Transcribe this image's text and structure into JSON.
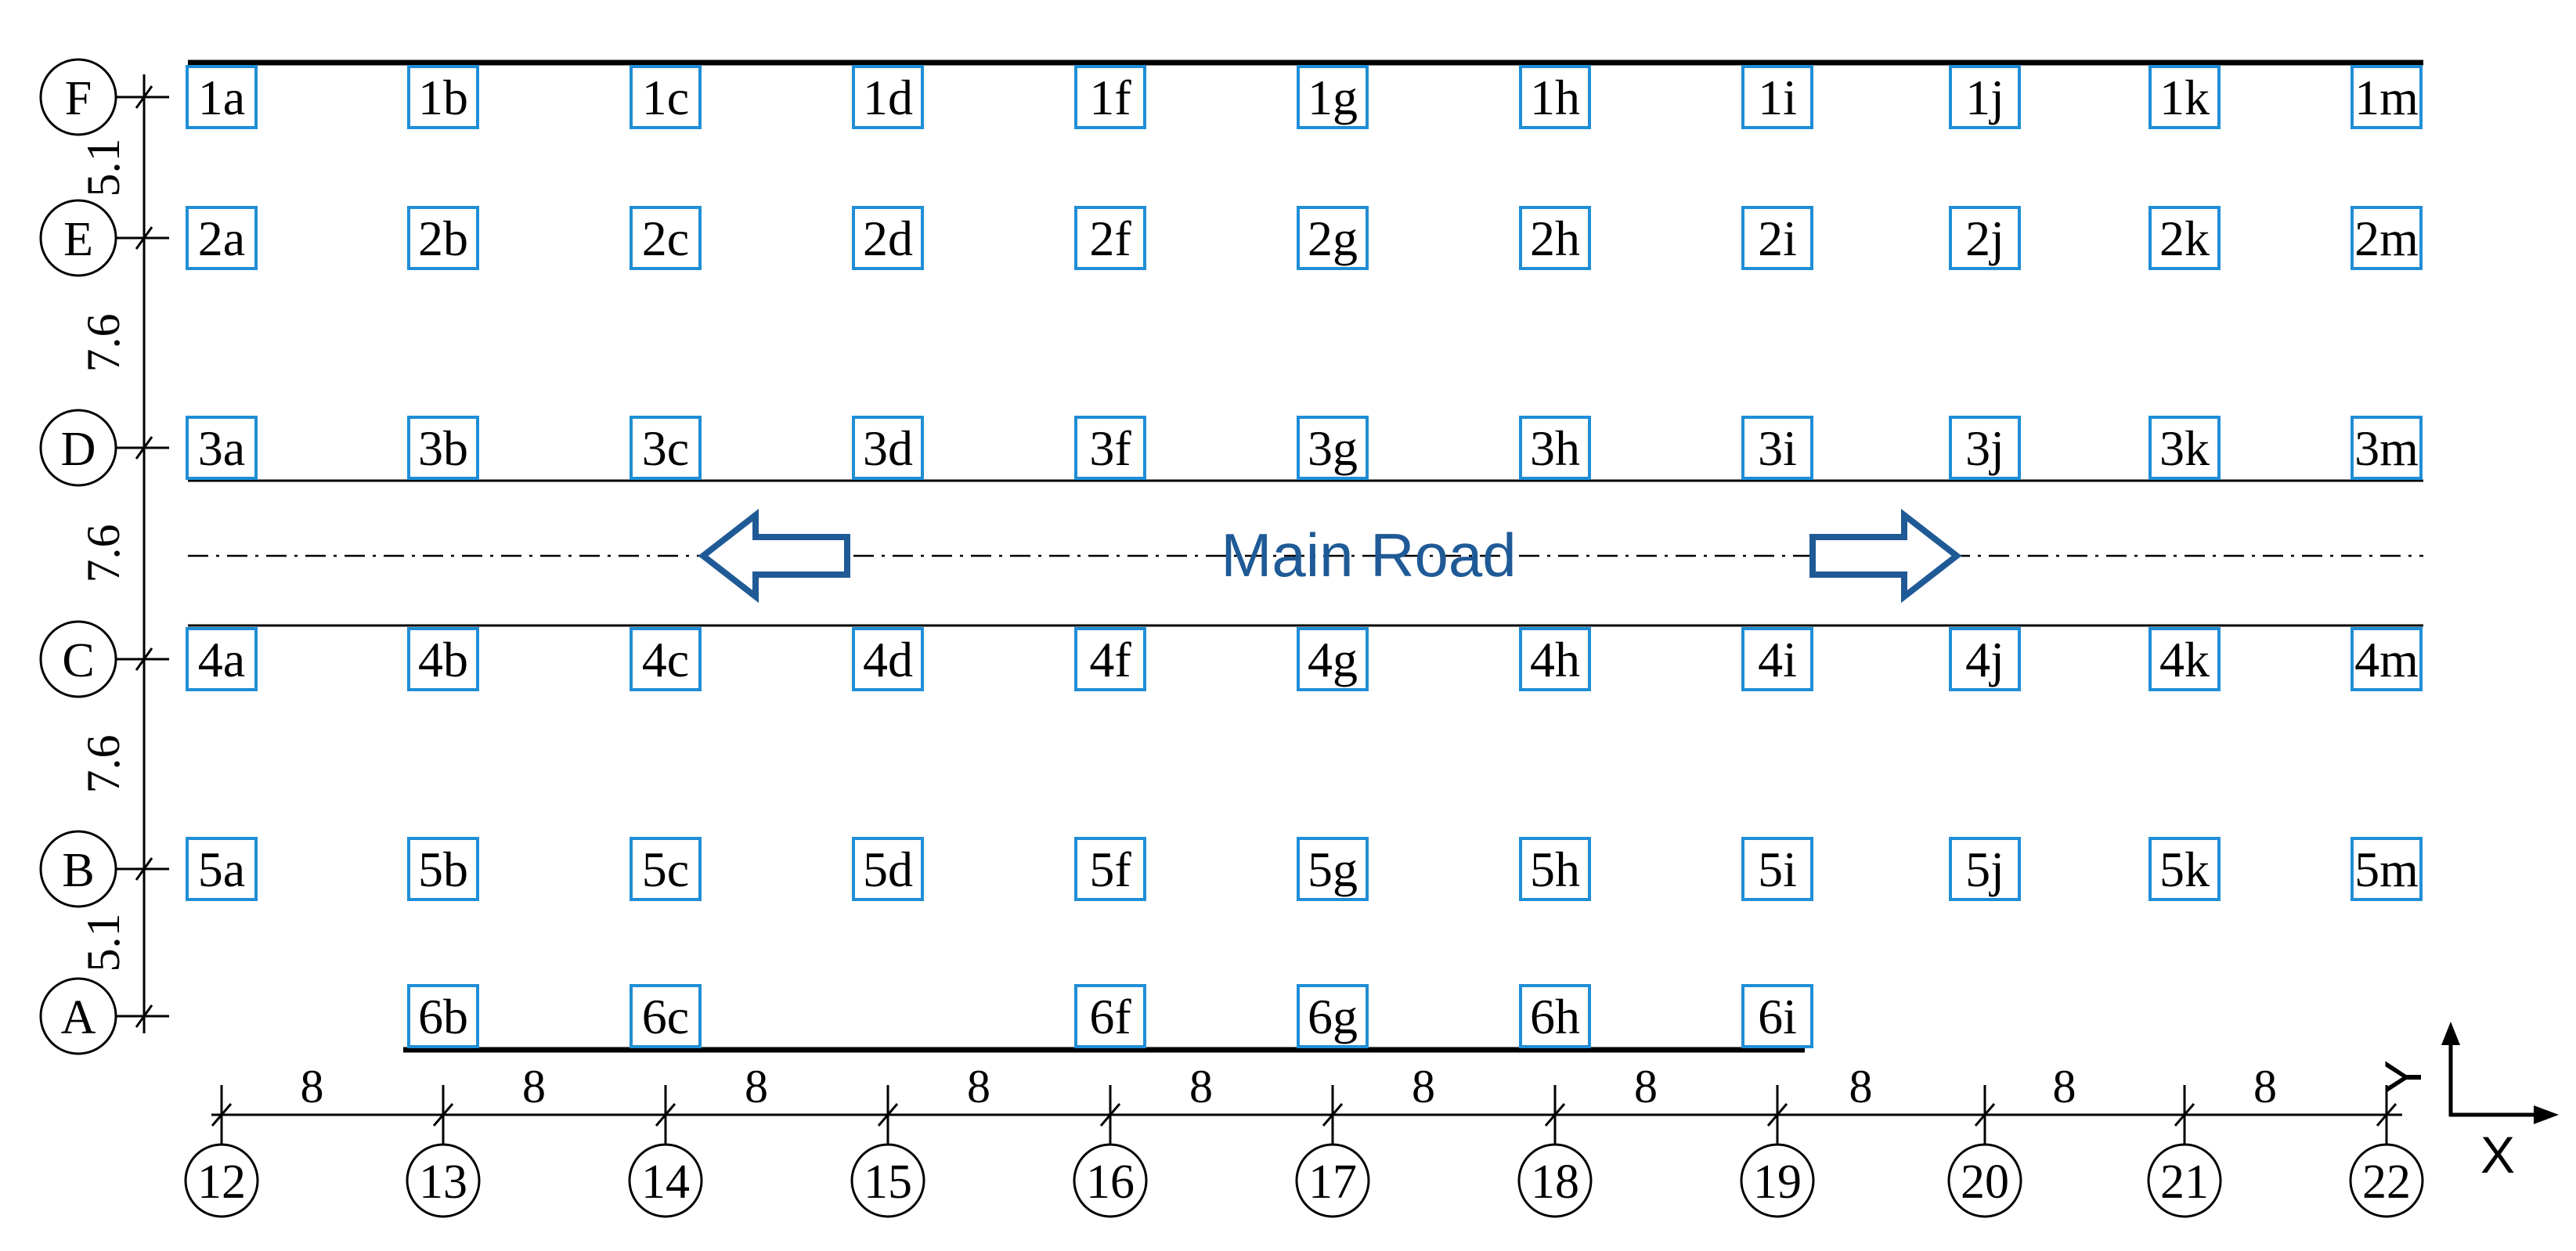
{
  "colors": {
    "column_box": "#1f8ed6",
    "road": "#1f5a96",
    "line": "#000000"
  },
  "grid_rows": [
    "F",
    "E",
    "D",
    "C",
    "B",
    "A"
  ],
  "grid_cols": [
    "12",
    "13",
    "14",
    "15",
    "16",
    "17",
    "18",
    "19",
    "20",
    "21",
    "22"
  ],
  "row_dims": [
    "5.1",
    "7.6",
    "7.6",
    "7.6",
    "5.1"
  ],
  "col_dims": [
    "8",
    "8",
    "8",
    "8",
    "8",
    "8",
    "8",
    "8",
    "8",
    "8"
  ],
  "columns": [
    [
      "1a",
      "1b",
      "1c",
      "1d",
      "1f",
      "1g",
      "1h",
      "1i",
      "1j",
      "1k",
      "1m"
    ],
    [
      "2a",
      "2b",
      "2c",
      "2d",
      "2f",
      "2g",
      "2h",
      "2i",
      "2j",
      "2k",
      "2m"
    ],
    [
      "3a",
      "3b",
      "3c",
      "3d",
      "3f",
      "3g",
      "3h",
      "3i",
      "3j",
      "3k",
      "3m"
    ],
    [
      "4a",
      "4b",
      "4c",
      "4d",
      "4f",
      "4g",
      "4h",
      "4i",
      "4j",
      "4k",
      "4m"
    ],
    [
      "5a",
      "5b",
      "5c",
      "5d",
      "5f",
      "5g",
      "5h",
      "5i",
      "5j",
      "5k",
      "5m"
    ],
    [
      "",
      "6b",
      "6c",
      "",
      "6f",
      "6g",
      "6h",
      "6i",
      "",
      "",
      ""
    ]
  ],
  "road_label": "Main Road",
  "axis_labels": {
    "x": "X",
    "y": "Y"
  }
}
